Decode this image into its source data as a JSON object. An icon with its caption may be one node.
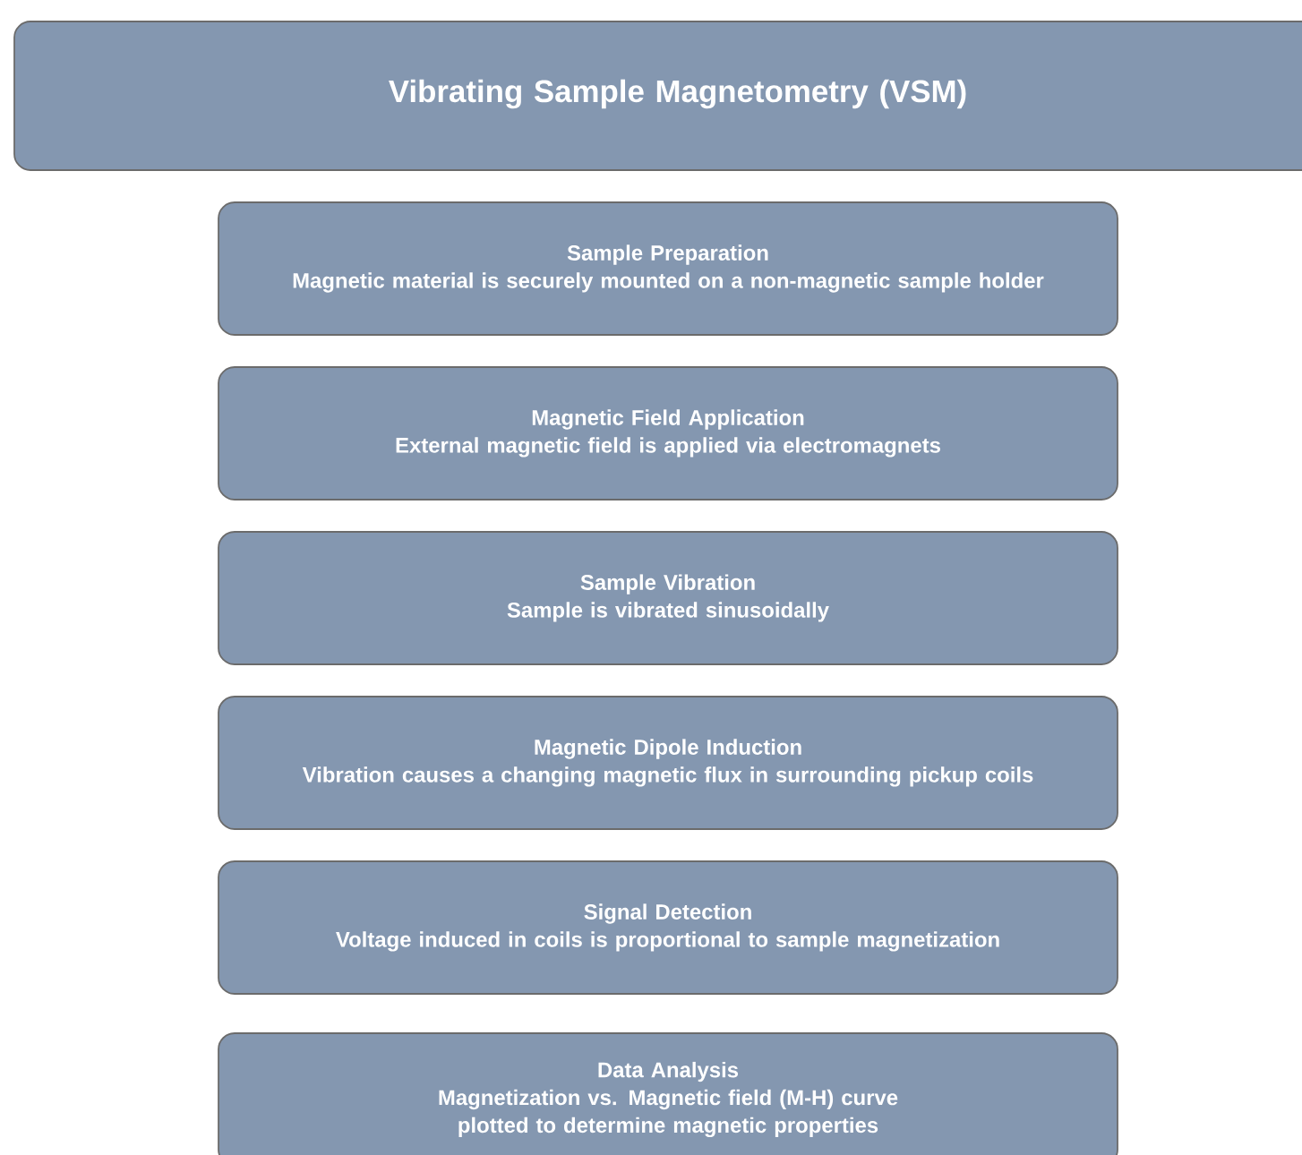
{
  "diagram": {
    "nodes": [
      {
        "text": [
          "Vibrating Sample Magnetometry (VSM)"
        ]
      },
      {
        "text": [
          "Sample Preparation",
          "Magnetic material is securely mounted on a non-magnetic sample holder"
        ]
      },
      {
        "text": [
          "Magnetic Field Application",
          "External magnetic field is applied via electromagnets"
        ]
      },
      {
        "text": [
          "Sample Vibration",
          "Sample is vibrated sinusoidally"
        ]
      },
      {
        "text": [
          "Magnetic Dipole Induction",
          "Vibration causes a changing magnetic flux in surrounding pickup coils"
        ]
      },
      {
        "text": [
          "Signal Detection",
          "Voltage induced in coils is proportional to sample magnetization"
        ]
      },
      {
        "text": [
          "Data Analysis",
          "Magnetization vs. Magnetic field (M-H) curve plotted to determine magnetic properties"
        ]
      }
    ]
  }
}
